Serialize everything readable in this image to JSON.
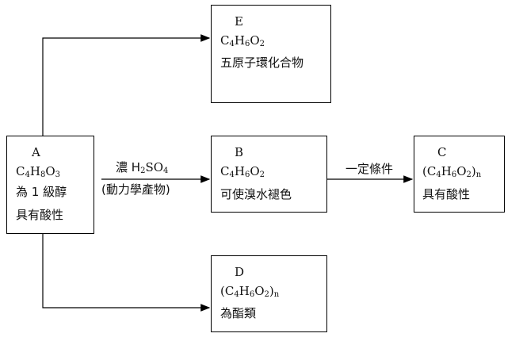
{
  "boxes": {
    "E": {
      "label": "E",
      "formula": [
        "C",
        "4",
        "H",
        "6",
        "O",
        "2"
      ],
      "desc": "五原子環化合物"
    },
    "A": {
      "label": "A",
      "formula": [
        "C",
        "4",
        "H",
        "8",
        "O",
        "3"
      ],
      "desc1": "為 1 級醇",
      "desc2": "具有酸性"
    },
    "B": {
      "label": "B",
      "formula": [
        "C",
        "4",
        "H",
        "6",
        "O",
        "2"
      ],
      "desc": "可使溴水褪色"
    },
    "C": {
      "label": "C",
      "formula": [
        "(C",
        "4",
        "H",
        "6",
        "O",
        "2",
        ")",
        "n"
      ],
      "desc": "具有酸性"
    },
    "D": {
      "label": "D",
      "formula": [
        "(C",
        "4",
        "H",
        "6",
        "O",
        "2",
        ")",
        "n"
      ],
      "desc": "為酯類"
    }
  },
  "arrows": {
    "ab_top": {
      "pre": "濃 H",
      "s1": "2",
      "mid": "SO",
      "s2": "4"
    },
    "ab_bottom": "(動力學產物)",
    "bc": "一定條件"
  }
}
